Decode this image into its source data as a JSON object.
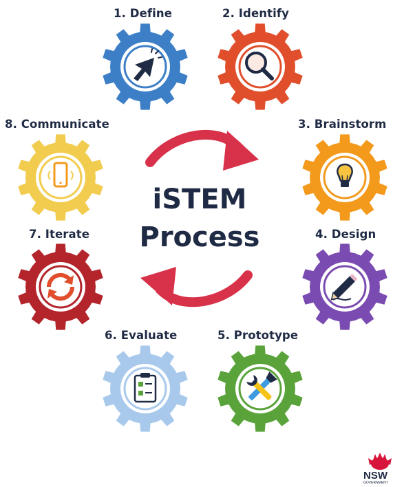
{
  "title": {
    "line1": "iSTEM",
    "line2": "Process"
  },
  "steps": [
    {
      "label": "1. Define",
      "color": "#3d7fc7",
      "icon": "cursor-icon"
    },
    {
      "label": "2. Identify",
      "color": "#e04e2b",
      "icon": "magnifier-icon"
    },
    {
      "label": "3. Brainstorm",
      "color": "#f39a1d",
      "icon": "lightbulb-icon"
    },
    {
      "label": "4. Design",
      "color": "#7a4bb0",
      "icon": "pencil-icon"
    },
    {
      "label": "5. Prototype",
      "color": "#5aa33a",
      "icon": "tools-icon"
    },
    {
      "label": "6. Evaluate",
      "color": "#a8c9ec",
      "icon": "clipboard-icon"
    },
    {
      "label": "7. Iterate",
      "color": "#b3252b",
      "icon": "cycle-icon"
    },
    {
      "label": "8. Communicate",
      "color": "#f2cc4f",
      "icon": "phone-icon"
    }
  ],
  "arrow_color": "#d8324a",
  "logo": {
    "text": "NSW",
    "subtext": "GOVERNMENT",
    "color": "#d7153a"
  }
}
